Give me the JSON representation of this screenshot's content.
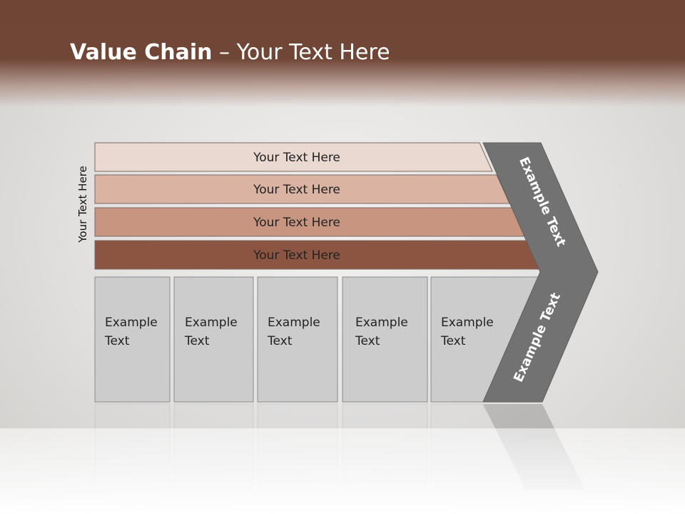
{
  "title": {
    "bold": "Value Chain",
    "rest": " – Your Text Here"
  },
  "side_label": "Your Text Here",
  "bars": [
    {
      "label": "Your Text Here",
      "color": "#ead9d1"
    },
    {
      "label": "Your Text Here",
      "color": "#dbb3a3"
    },
    {
      "label": "Your Text Here",
      "color": "#c79580"
    },
    {
      "label": "Your Text Here",
      "color": "#8c5541"
    }
  ],
  "boxes": [
    {
      "line1": "Example",
      "line2": "Text"
    },
    {
      "line1": "Example",
      "line2": "Text"
    },
    {
      "line1": "Example",
      "line2": "Text"
    },
    {
      "line1": "Example",
      "line2": "Text"
    },
    {
      "line1": "Example",
      "line2": "Text"
    }
  ],
  "chevron": {
    "upper_label": "Example Text",
    "lower_label": "Example Text",
    "color": "#727272"
  },
  "colors": {
    "header": "#704636",
    "box_fill": "#cccccc",
    "box_border": "#8a8a8a"
  }
}
